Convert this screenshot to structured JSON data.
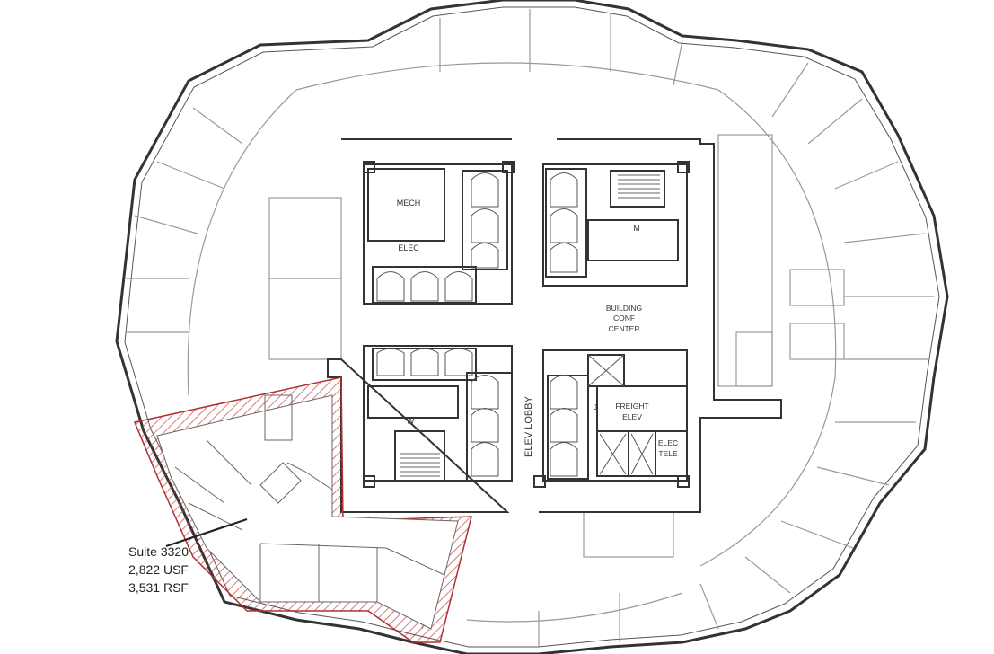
{
  "rooms": {
    "mech": "MECH",
    "elec": "ELEC",
    "men_restroom": "M",
    "women_restroom": "W",
    "conf_line1": "BUILDING",
    "conf_line2": "CONF",
    "conf_line3": "CENTER",
    "freight_line1": "FREIGHT",
    "freight_line2": "ELEV",
    "elec_short": "ELEC",
    "tele": "TELE",
    "janitor": "J",
    "elev_lobby": "ELEV LOBBY"
  },
  "suite": {
    "name": "Suite 3320",
    "usf": "2,822 USF",
    "rsf": "3,531 RSF"
  },
  "colors": {
    "highlight": "#b03030",
    "walls": "#333333",
    "light_walls": "#999999"
  }
}
